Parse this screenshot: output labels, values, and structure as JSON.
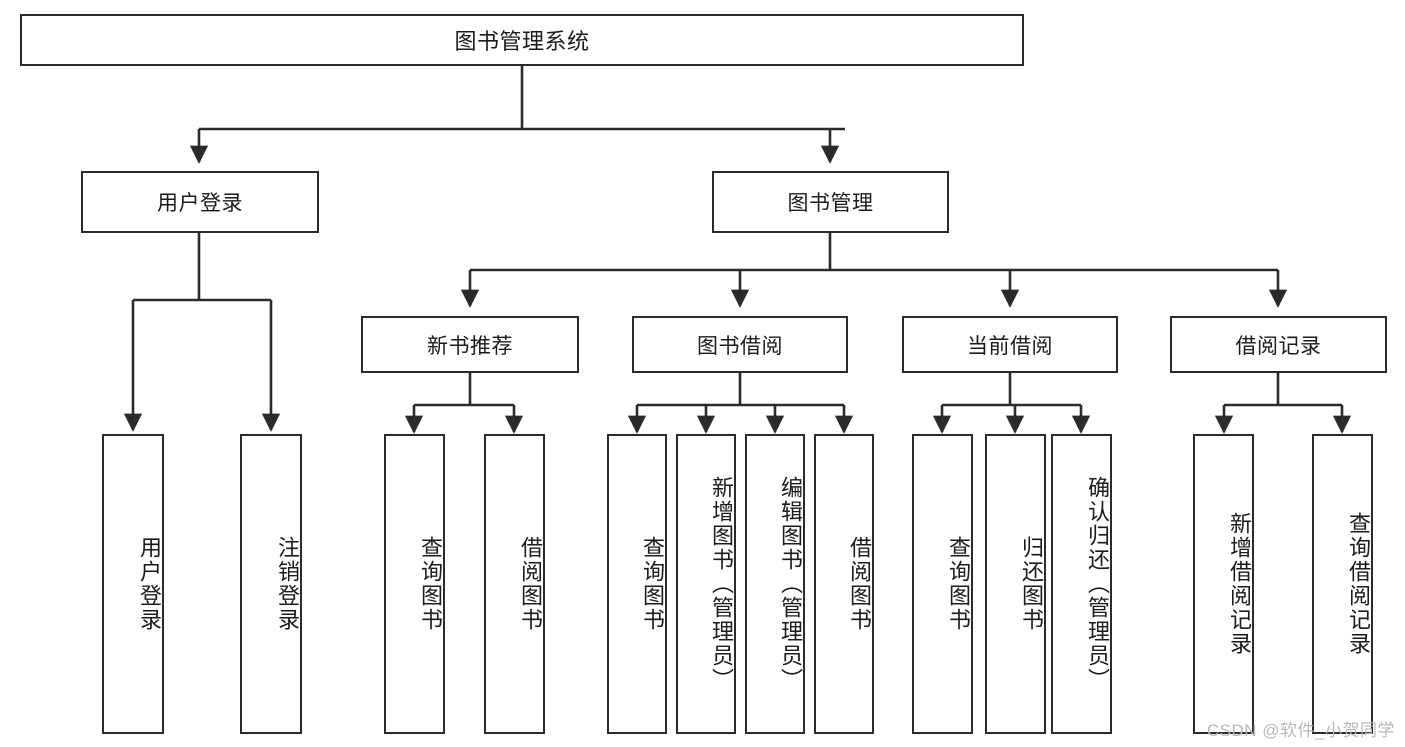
{
  "diagram": {
    "type": "tree-hierarchy",
    "title": "图书管理系统",
    "orientation": "top-down",
    "colors": {
      "box_border": "#2b2b2b",
      "box_fill": "#ffffff",
      "connector": "#2b2b2b",
      "text": "#1b1b1b",
      "watermark": "#b9b9b9",
      "background": "#ffffff"
    },
    "root": {
      "label": "图书管理系统"
    },
    "level2": [
      {
        "label": "用户登录"
      },
      {
        "label": "图书管理"
      }
    ],
    "level3": [
      {
        "label": "新书推荐"
      },
      {
        "label": "图书借阅"
      },
      {
        "label": "当前借阅"
      },
      {
        "label": "借阅记录"
      }
    ],
    "leaves": {
      "user_login": [
        {
          "label": "用户登录"
        },
        {
          "label": "注销登录"
        }
      ],
      "new_book": [
        {
          "label": "查询图书"
        },
        {
          "label": "借阅图书"
        }
      ],
      "book_borrow": [
        {
          "label": "查询图书"
        },
        {
          "label": "新增图书（管理员）"
        },
        {
          "label": "编辑图书（管理员）"
        },
        {
          "label": "借阅图书"
        }
      ],
      "current_borrow": [
        {
          "label": "查询图书"
        },
        {
          "label": "归还图书"
        },
        {
          "label": "确认归还（管理员）"
        }
      ],
      "borrow_record": [
        {
          "label": "新增借阅记录"
        },
        {
          "label": "查询借阅记录"
        }
      ]
    }
  },
  "watermark": {
    "text": "CSDN @软件_小贺同学"
  }
}
